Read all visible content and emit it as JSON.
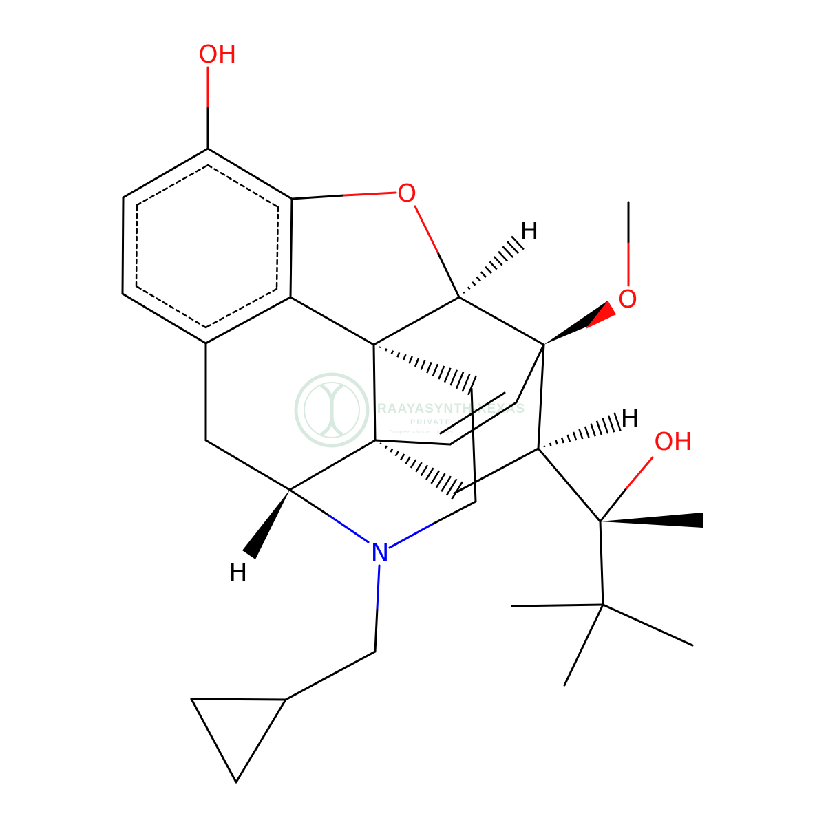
{
  "atoms": {
    "oh_top": "OH",
    "o_ring": "O",
    "h_c5": "H",
    "o_methoxy": "O",
    "h_c7": "H",
    "oh_side": "OH",
    "n": "N",
    "h_c9": "H"
  },
  "watermark": {
    "name": "RAAYASYNTH-XEXAS",
    "sub": "PRIVATE",
    "tagline": "Complete solutions ... journey"
  },
  "colors": {
    "bond": "#000000",
    "oxygen": "#ff0d0d",
    "nitrogen": "#0000ff",
    "watermark": "#2e8b57"
  }
}
